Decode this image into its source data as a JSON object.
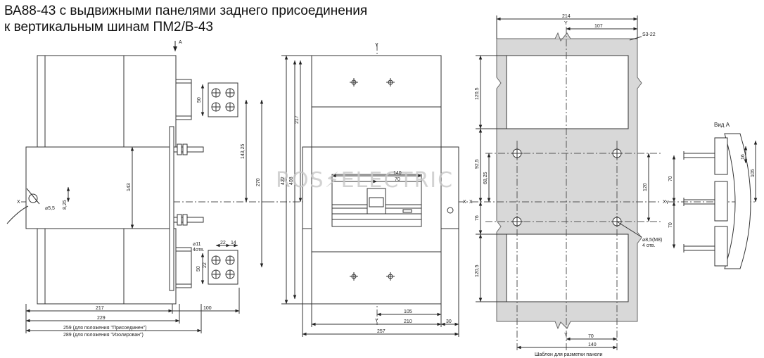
{
  "title": {
    "line1": "ВА88-43 с выдвижными панелями заднего присоединения",
    "line2": "к вертикальным шинам ПМ2/В-43"
  },
  "side_view": {
    "arrow_label": "A",
    "axis_label": "X",
    "dims": {
      "d50_top": "50",
      "d143_25": "143,25",
      "d270": "270",
      "d143": "143",
      "d5_5": "⌀5,5",
      "d8_25": "8,25",
      "d11": "⌀11",
      "holes4": "4отв.",
      "d22a": "22",
      "d14": "14",
      "d50_bot": "50",
      "d22b": "22",
      "d217": "217",
      "d100": "100",
      "d229": "229",
      "d259": "259 (для положения \"Присоединен\")",
      "d289": "289 (для положения \"Изолирован\")"
    }
  },
  "front_view": {
    "axis_y": "Y",
    "axis_x": "X",
    "watermark": "ROS⚡ELECTRIC",
    "dims": {
      "d422": "422",
      "d408": "408",
      "d217": "217",
      "d140": "140",
      "d70": "70",
      "d105": "105",
      "d210": "210",
      "d30": "30",
      "d257": "257"
    }
  },
  "template_view": {
    "axis_y": "Y",
    "axis_x": "X",
    "caption": "Шаблон для разметки панели",
    "dims": {
      "d214": "214",
      "d107": "107",
      "panel": "S3-22",
      "d120_5a": "120,5",
      "d92_5": "92,5",
      "d68_25": "68,25",
      "d76": "76",
      "d120": "120",
      "d120_5b": "120,5",
      "m8": "⌀8,5(M8)",
      "holes4": "4 отв.",
      "d70": "70",
      "d140": "140"
    }
  },
  "view_a": {
    "label": "Вид А",
    "axis_y": "Y",
    "dims": {
      "d70a": "70",
      "d70b": "70",
      "d16": "16",
      "d105": "105"
    }
  }
}
